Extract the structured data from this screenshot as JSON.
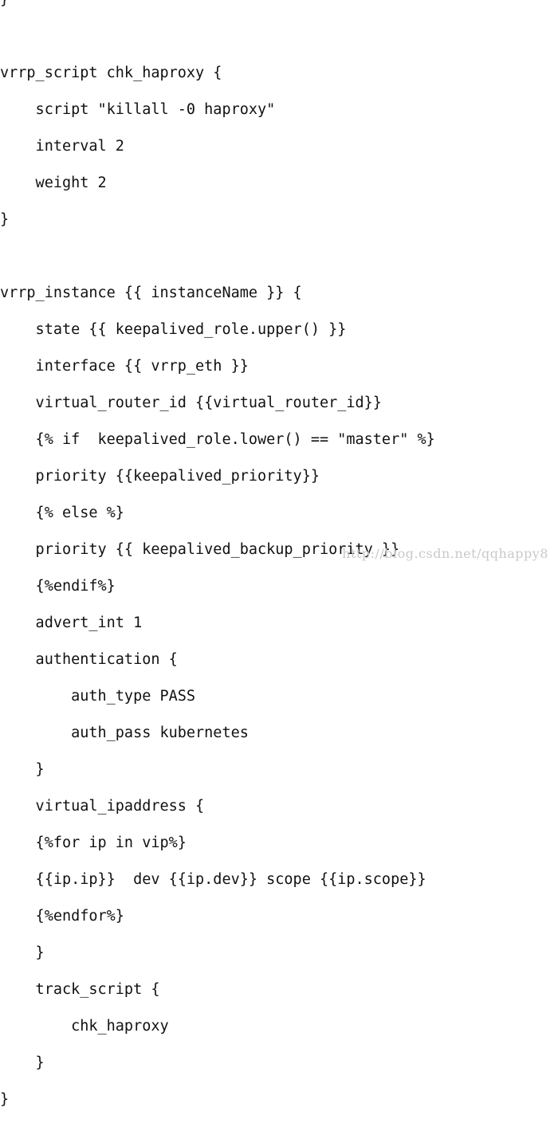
{
  "code_lines": [
    "}",
    "",
    "vrrp_script chk_haproxy {",
    "    script \"killall -0 haproxy\"",
    "    interval 2",
    "    weight 2",
    "}",
    "",
    "vrrp_instance {{ instanceName }} {",
    "    state {{ keepalived_role.upper() }}",
    "    interface {{ vrrp_eth }}",
    "    virtual_router_id {{virtual_router_id}}",
    "    {% if  keepalived_role.lower() == \"master\" %}",
    "    priority {{keepalived_priority}}",
    "    {% else %}",
    "    priority {{ keepalived_backup_priority }}",
    "    {%endif%}",
    "    advert_int 1",
    "    authentication {",
    "        auth_type PASS",
    "        auth_pass kubernetes",
    "    }",
    "    virtual_ipaddress {",
    "    {%for ip in vip%}",
    "    {{ip.ip}}  dev {{ip.dev}} scope {{ip.scope}}",
    "    {%endfor%}",
    "    }",
    "    track_script {",
    "        chk_haproxy",
    "    }",
    "}"
  ],
  "watermark": "http://blog.csdn.net/qqhappy8"
}
